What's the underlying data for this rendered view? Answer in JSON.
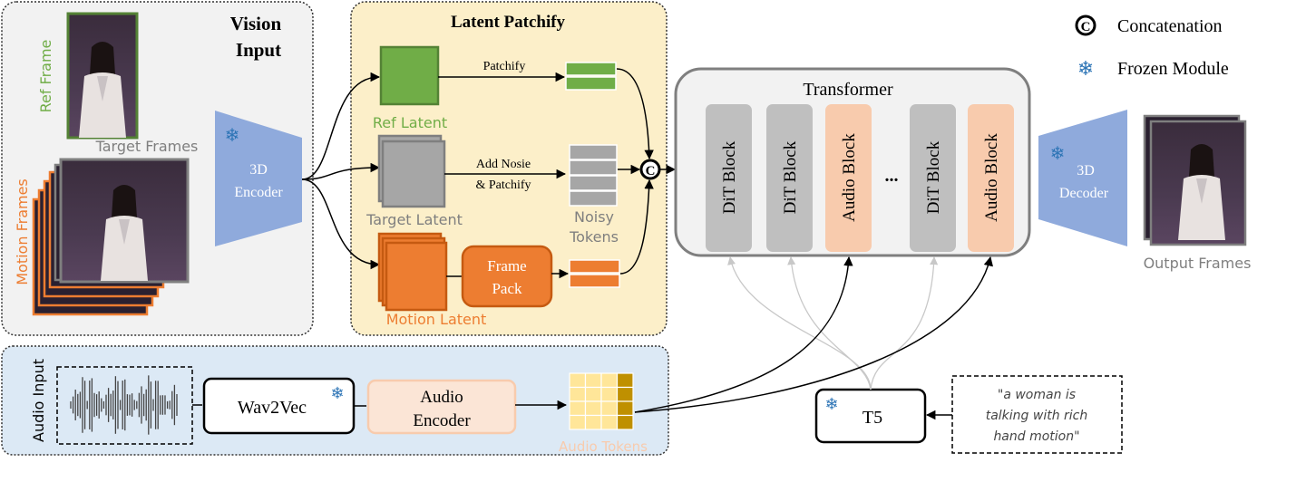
{
  "legend": {
    "concat_symbol": "C",
    "concat_label": "Concatenation",
    "frozen_label": "Frozen Module",
    "frozen_icon": "snowflake-icon"
  },
  "vision_input": {
    "title_line1": "Vision",
    "title_line2": "Input",
    "ref_frame_label": "Ref Frame",
    "target_frames_label": "Target Frames",
    "motion_frames_label": "Motion Frames"
  },
  "encoder": {
    "line1": "3D",
    "line2": "Encoder"
  },
  "latent_patchify": {
    "title": "Latent Patchify",
    "ref_latent": "Ref Latent",
    "target_latent": "Target Latent",
    "motion_latent": "Motion Latent",
    "patchify": "Patchify",
    "add_noise_line1": "Add Nosie",
    "add_noise_line2": "& Patchify",
    "noisy_tokens_line1": "Noisy",
    "noisy_tokens_line2": "Tokens",
    "frame_pack_line1": "Frame",
    "frame_pack_line2": "Pack"
  },
  "transformer": {
    "title": "Transformer",
    "blocks": [
      "DiT Block",
      "DiT Block",
      "Audio Block",
      "DiT Block",
      "Audio Block"
    ],
    "ellipsis": "..."
  },
  "decoder": {
    "line1": "3D",
    "line2": "Decoder",
    "output_label": "Output Frames"
  },
  "audio_input": {
    "label": "Audio Input",
    "wav2vec": "Wav2Vec",
    "audio_encoder_line1": "Audio",
    "audio_encoder_line2": "Encoder",
    "audio_tokens": "Audio Tokens"
  },
  "text_input": {
    "t5": "T5",
    "prompt_line1": "\"a woman is",
    "prompt_line2": "talking with rich",
    "prompt_line3": "hand motion\""
  },
  "colors": {
    "green": "#70ad47",
    "orange": "#ed7d31",
    "gray": "#a6a6a6",
    "blue_module": "#8faadc",
    "audio_block": "#f8cbad",
    "patchify_bg": "#fcefc9",
    "audio_bg": "#dce9f5",
    "snowflake": "#2e75b6"
  }
}
